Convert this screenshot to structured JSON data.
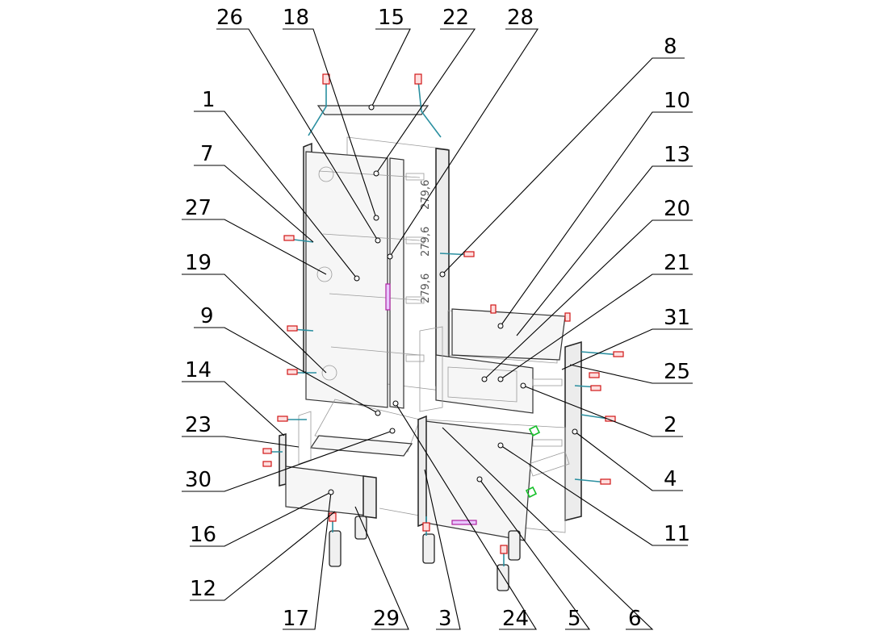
{
  "callouts": [
    {
      "id": "26",
      "text": "26"
    },
    {
      "id": "18",
      "text": "18"
    },
    {
      "id": "15",
      "text": "15"
    },
    {
      "id": "22",
      "text": "22"
    },
    {
      "id": "28",
      "text": "28"
    },
    {
      "id": "8",
      "text": "8"
    },
    {
      "id": "1",
      "text": "1"
    },
    {
      "id": "10",
      "text": "10"
    },
    {
      "id": "7",
      "text": "7"
    },
    {
      "id": "13",
      "text": "13"
    },
    {
      "id": "27",
      "text": "27"
    },
    {
      "id": "20",
      "text": "20"
    },
    {
      "id": "19",
      "text": "19"
    },
    {
      "id": "21",
      "text": "21"
    },
    {
      "id": "9",
      "text": "9"
    },
    {
      "id": "31",
      "text": "31"
    },
    {
      "id": "14",
      "text": "14"
    },
    {
      "id": "25",
      "text": "25"
    },
    {
      "id": "23",
      "text": "23"
    },
    {
      "id": "2",
      "text": "2"
    },
    {
      "id": "30",
      "text": "30"
    },
    {
      "id": "4",
      "text": "4"
    },
    {
      "id": "16",
      "text": "16"
    },
    {
      "id": "11",
      "text": "11"
    },
    {
      "id": "12",
      "text": "12"
    },
    {
      "id": "17",
      "text": "17"
    },
    {
      "id": "29",
      "text": "29"
    },
    {
      "id": "3",
      "text": "3"
    },
    {
      "id": "24",
      "text": "24"
    },
    {
      "id": "5",
      "text": "5"
    },
    {
      "id": "6",
      "text": "6"
    }
  ],
  "dimensions": [
    "279,6",
    "279,6",
    "279,6"
  ],
  "colors": {
    "ink": "#000000",
    "tie": "#2a8fa0",
    "fastener": "#d01616",
    "hinge": "#16c02a",
    "handle": "#b020a0"
  }
}
